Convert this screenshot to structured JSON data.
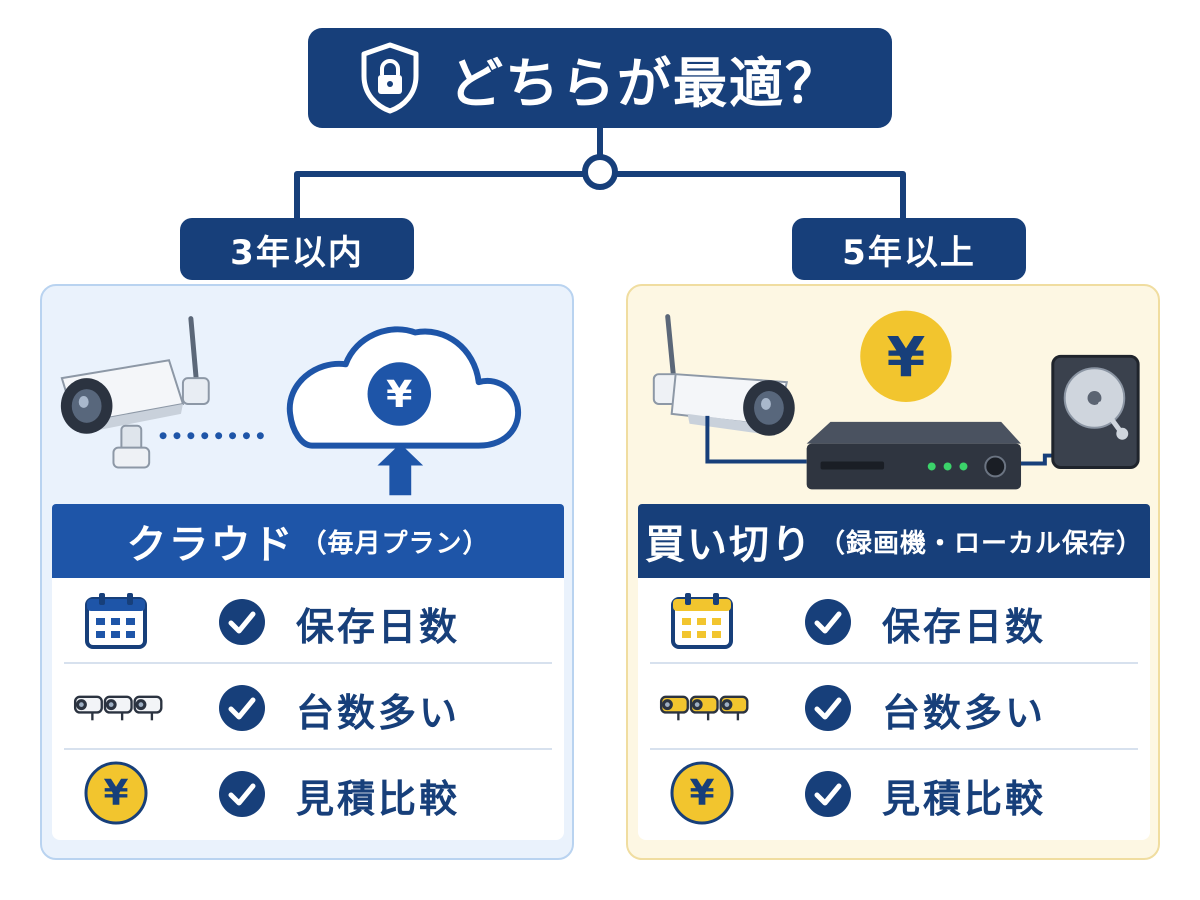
{
  "title": {
    "text": "どちらが最適？",
    "icon": "shield-lock-icon"
  },
  "branches": [
    {
      "pill": "3年以内",
      "header_main": "クラウド",
      "header_sub": "（毎月プラン）",
      "currency_symbol": "¥",
      "accent": "#1e55a8",
      "items": [
        {
          "icon": "calendar-icon",
          "label": "保存日数"
        },
        {
          "icon": "cameras-icon",
          "label": "台数多い"
        },
        {
          "icon": "yen-coin-icon",
          "label": "見積比較"
        }
      ]
    },
    {
      "pill": "5年以上",
      "header_main": "買い切り",
      "header_sub": "（録画機・ローカル保存）",
      "currency_symbol": "¥",
      "accent": "#f2c52e",
      "items": [
        {
          "icon": "calendar-icon",
          "label": "保存日数"
        },
        {
          "icon": "cameras-icon",
          "label": "台数多い"
        },
        {
          "icon": "yen-coin-icon",
          "label": "見積比較"
        }
      ]
    }
  ],
  "colors": {
    "navy": "#173f7a",
    "blue": "#1e55a8",
    "yellow": "#f2c52e"
  }
}
